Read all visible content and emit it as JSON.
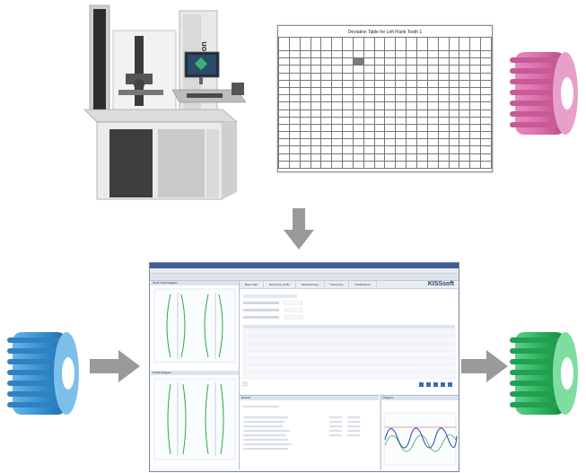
{
  "machine": {
    "brand": "Gleason"
  },
  "deviation_table": {
    "title": "Deviation Table for Left Flank Tooth 1",
    "rows": 16,
    "cols": 20
  },
  "software": {
    "logo": "KISSsoft",
    "tabs": [
      "Basic data",
      "Reference profile",
      "Manufacturing",
      "Tolerances",
      "Modifications"
    ],
    "panels": {
      "left_top": "Tooth Trace Diagram",
      "left_bottom": "Profile Diagram",
      "bottom_center": "Results",
      "bottom_right": "Diagram"
    }
  },
  "colors": {
    "pink_gear": "#d96fa8",
    "blue_gear": "#3a93d2",
    "green_gear": "#2bb35c",
    "arrow": "#9a9a9a",
    "machine_body": "#e6e6e6",
    "machine_dark": "#3a3a3a"
  }
}
